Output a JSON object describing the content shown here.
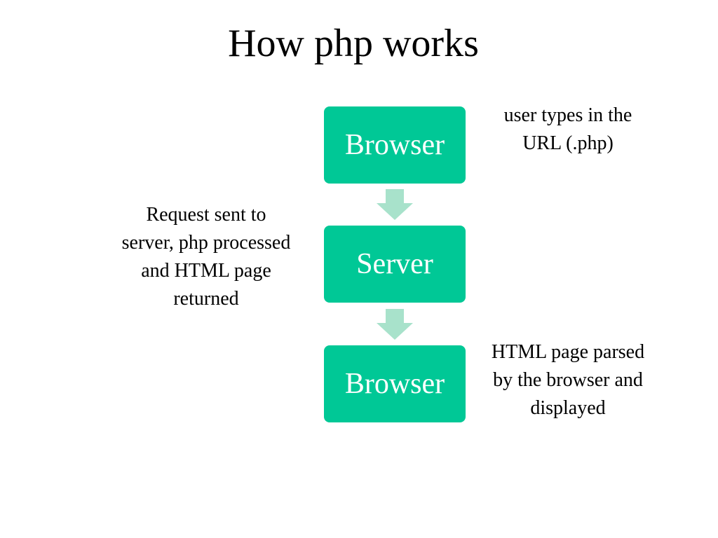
{
  "title": "How php works",
  "colors": {
    "box_fill": "#00c896",
    "arrow_fill": "#a8e2cb",
    "box_text": "#ffffff"
  },
  "flow": {
    "steps": [
      {
        "label": "Browser"
      },
      {
        "label": "Server"
      },
      {
        "label": "Browser"
      }
    ]
  },
  "notes": {
    "user_types": "user types in the URL (.php)",
    "request": "Request sent to server, php processed and HTML page returned",
    "parsed": "HTML page parsed by the browser and displayed"
  }
}
